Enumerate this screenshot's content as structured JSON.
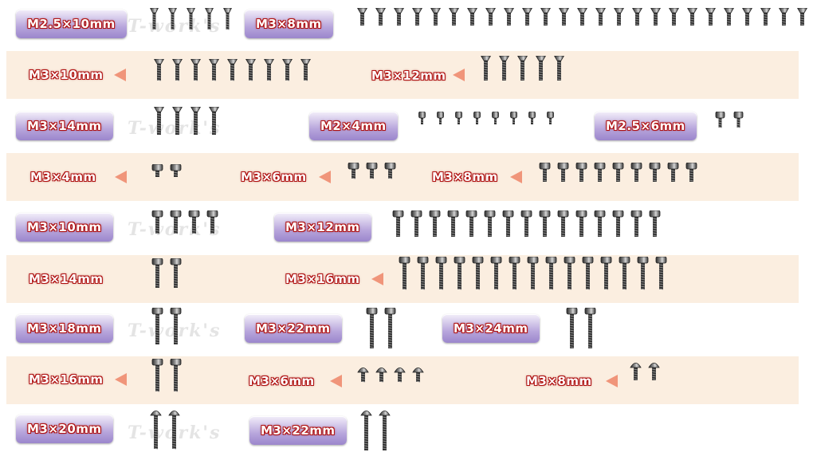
{
  "watermark": "T-work's",
  "rows": [
    {
      "labels": [
        {
          "text": "M2.5×10mm",
          "count": 5,
          "head": "flat"
        },
        {
          "text": "M3×8mm",
          "count": 25,
          "head": "flat"
        }
      ]
    },
    {
      "labels": [
        {
          "text": "M3×10mm",
          "count": 9,
          "head": "flat"
        },
        {
          "text": "M3×12mm",
          "count": 5,
          "head": "flat"
        }
      ]
    },
    {
      "labels": [
        {
          "text": "M3×14mm",
          "count": 4,
          "head": "flat"
        },
        {
          "text": "M2×4mm",
          "count": 8,
          "head": "flange"
        },
        {
          "text": "M2.5×6mm",
          "count": 2,
          "head": "flange"
        }
      ]
    },
    {
      "labels": [
        {
          "text": "M3×4mm",
          "count": 2,
          "head": "flange"
        },
        {
          "text": "M3×6mm",
          "count": 3,
          "head": "flange"
        },
        {
          "text": "M3×8mm",
          "count": 9,
          "head": "flange"
        }
      ]
    },
    {
      "labels": [
        {
          "text": "M3×10mm",
          "count": 4,
          "head": "flange"
        },
        {
          "text": "M3×12mm",
          "count": 15,
          "head": "flange"
        }
      ]
    },
    {
      "labels": [
        {
          "text": "M3×14mm",
          "count": 2,
          "head": "flange"
        },
        {
          "text": "M3×16mm",
          "count": 15,
          "head": "flange"
        }
      ]
    },
    {
      "labels": [
        {
          "text": "M3×18mm",
          "count": 2,
          "head": "flange"
        },
        {
          "text": "M3×22mm",
          "count": 2,
          "head": "flange"
        },
        {
          "text": "M3×24mm",
          "count": 2,
          "head": "flange"
        }
      ]
    },
    {
      "labels": [
        {
          "text": "M3×16mm",
          "count": 2,
          "head": "flange"
        },
        {
          "text": "M3×6mm",
          "count": 4,
          "head": "button"
        },
        {
          "text": "M3×8mm",
          "count": 2,
          "head": "button"
        }
      ]
    },
    {
      "labels": [
        {
          "text": "M3×20mm",
          "count": 2,
          "head": "button"
        },
        {
          "text": "M3×22mm",
          "count": 2,
          "head": "button"
        }
      ]
    }
  ]
}
